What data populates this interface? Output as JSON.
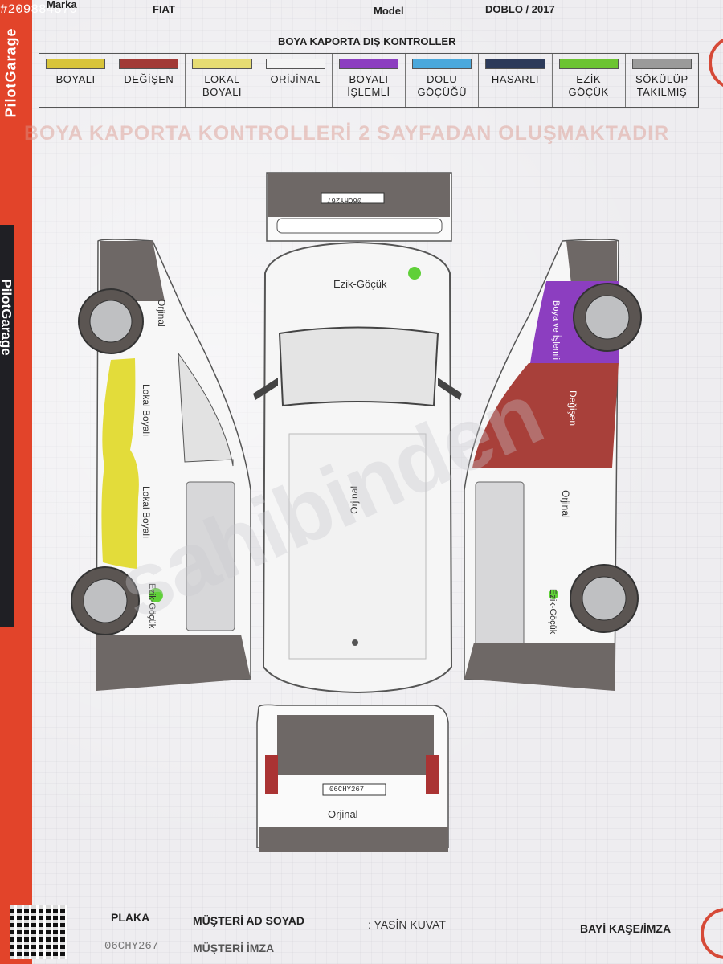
{
  "header": {
    "photo_id": "#209884870",
    "marka_label": "Marka",
    "marka_value": "FIAT",
    "model_label": "Model",
    "model_value": "DOBLO / 2017"
  },
  "side_brand": "PilotGarage",
  "legend": {
    "title": "BOYA KAPORTA DIŞ KONTROLLER",
    "items": [
      {
        "line1": "BOYALI",
        "line2": "",
        "color": "#d8c43a"
      },
      {
        "line1": "DEĞİŞEN",
        "line2": "",
        "color": "#a23a36"
      },
      {
        "line1": "LOKAL",
        "line2": "BOYALI",
        "color": "#e6dc72"
      },
      {
        "line1": "ORİJİNAL",
        "line2": "",
        "color": "#f4f4f4"
      },
      {
        "line1": "BOYALI",
        "line2": "İŞLEMLİ",
        "color": "#8c3ec0"
      },
      {
        "line1": "DOLU",
        "line2": "GÖÇÜĞÜ",
        "color": "#4aa8dc"
      },
      {
        "line1": "HASARLI",
        "line2": "",
        "color": "#2c3a5a"
      },
      {
        "line1": "EZİK",
        "line2": "GÖÇÜK",
        "color": "#6cc432"
      },
      {
        "line1": "SÖKÜLÜP",
        "line2": "TAKILMIŞ",
        "color": "#9a9a9a"
      }
    ]
  },
  "banner": "BOYA KAPORTA KONTROLLERİ 2 SAYFADAN OLUŞMAKTADIR",
  "diagram": {
    "plate_front": "06CHY267",
    "plate_rear": "06CHY267",
    "roof_label": "Ezik-Göçük",
    "top_label": "Orjinal",
    "rear_label": "Orjinal",
    "left_top_label": "Orjinal",
    "left_mid_label": "Lokal Boyalı",
    "left_low_label": "Lokal Boyalı",
    "left_rear_label": "Ezik-Göçük",
    "right_top_label": "Boya ve İşlemli",
    "right_mid_label": "Değişen",
    "right_low_label": "Orjinal",
    "right_rear_label": "Ezik-Göçük",
    "color_gray": "#6e6866",
    "color_purple": "#8c3ec0",
    "color_red": "#a8403a",
    "color_yellow": "#e3dc3a",
    "color_green": "#5fd038"
  },
  "watermark": "sahibinden",
  "footer": {
    "plaka_label": "PLAKA",
    "plaka_value": "06CHY267",
    "ad_label": "MÜŞTERİ AD SOYAD",
    "ad_value": ": YASİN KUVAT",
    "imza_label": "MÜŞTERİ İMZA",
    "bayi_label": "BAYİ KAŞE/İMZA"
  }
}
